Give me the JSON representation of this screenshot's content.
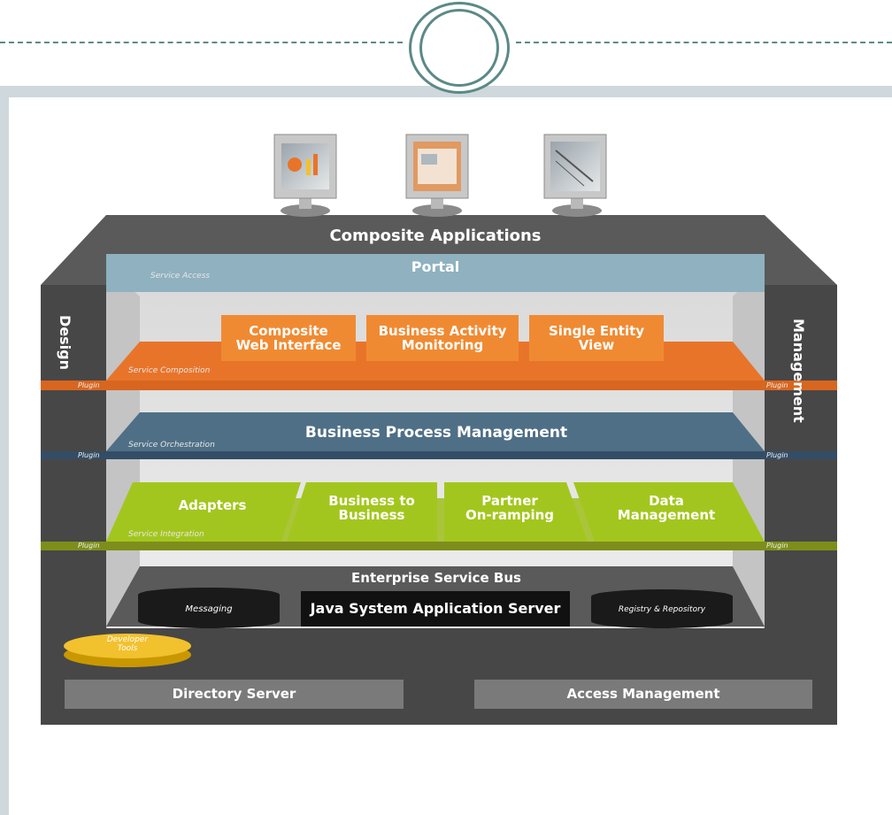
{
  "layers": {
    "composite_applications": "Composite Applications",
    "portal": "Portal",
    "service_access": "Service Access",
    "service_composition": "Service Composition",
    "service_orchestration": "Service Orchestration",
    "service_integration": "Service Integration",
    "bpm": "Business Process Management",
    "esb": "Enterprise Service Bus"
  },
  "side_labels": {
    "design": "Design",
    "management": "Management"
  },
  "composition_boxes": [
    {
      "line1": "Composite",
      "line2": "Web Interface"
    },
    {
      "line1": "Business Activity",
      "line2": "Monitoring"
    },
    {
      "line1": "Single Entity",
      "line2": "View"
    }
  ],
  "integration_boxes": [
    {
      "line1": "Adapters",
      "line2": ""
    },
    {
      "line1": "Business to",
      "line2": "Business"
    },
    {
      "line1": "Partner",
      "line2": "On-ramping"
    },
    {
      "line1": "Data",
      "line2": "Management"
    }
  ],
  "esb_components": {
    "messaging": "Messaging",
    "app_server": "Java System Application Server",
    "registry": "Registry & Repository"
  },
  "developer_tools": {
    "line1": "Developer",
    "line2": "Tools"
  },
  "bottom": {
    "directory": "Directory Server",
    "access": "Access Management"
  },
  "plug_label": "Plugin",
  "colors": {
    "frame": "#4a4a4a",
    "orange": "#e8742a",
    "blue": "#4f6f86",
    "green": "#9cc21f",
    "teal": "#5b8a86"
  },
  "icons": [
    "monitor-chart-icon",
    "monitor-portal-icon",
    "monitor-doc-icon",
    "database-icon"
  ]
}
